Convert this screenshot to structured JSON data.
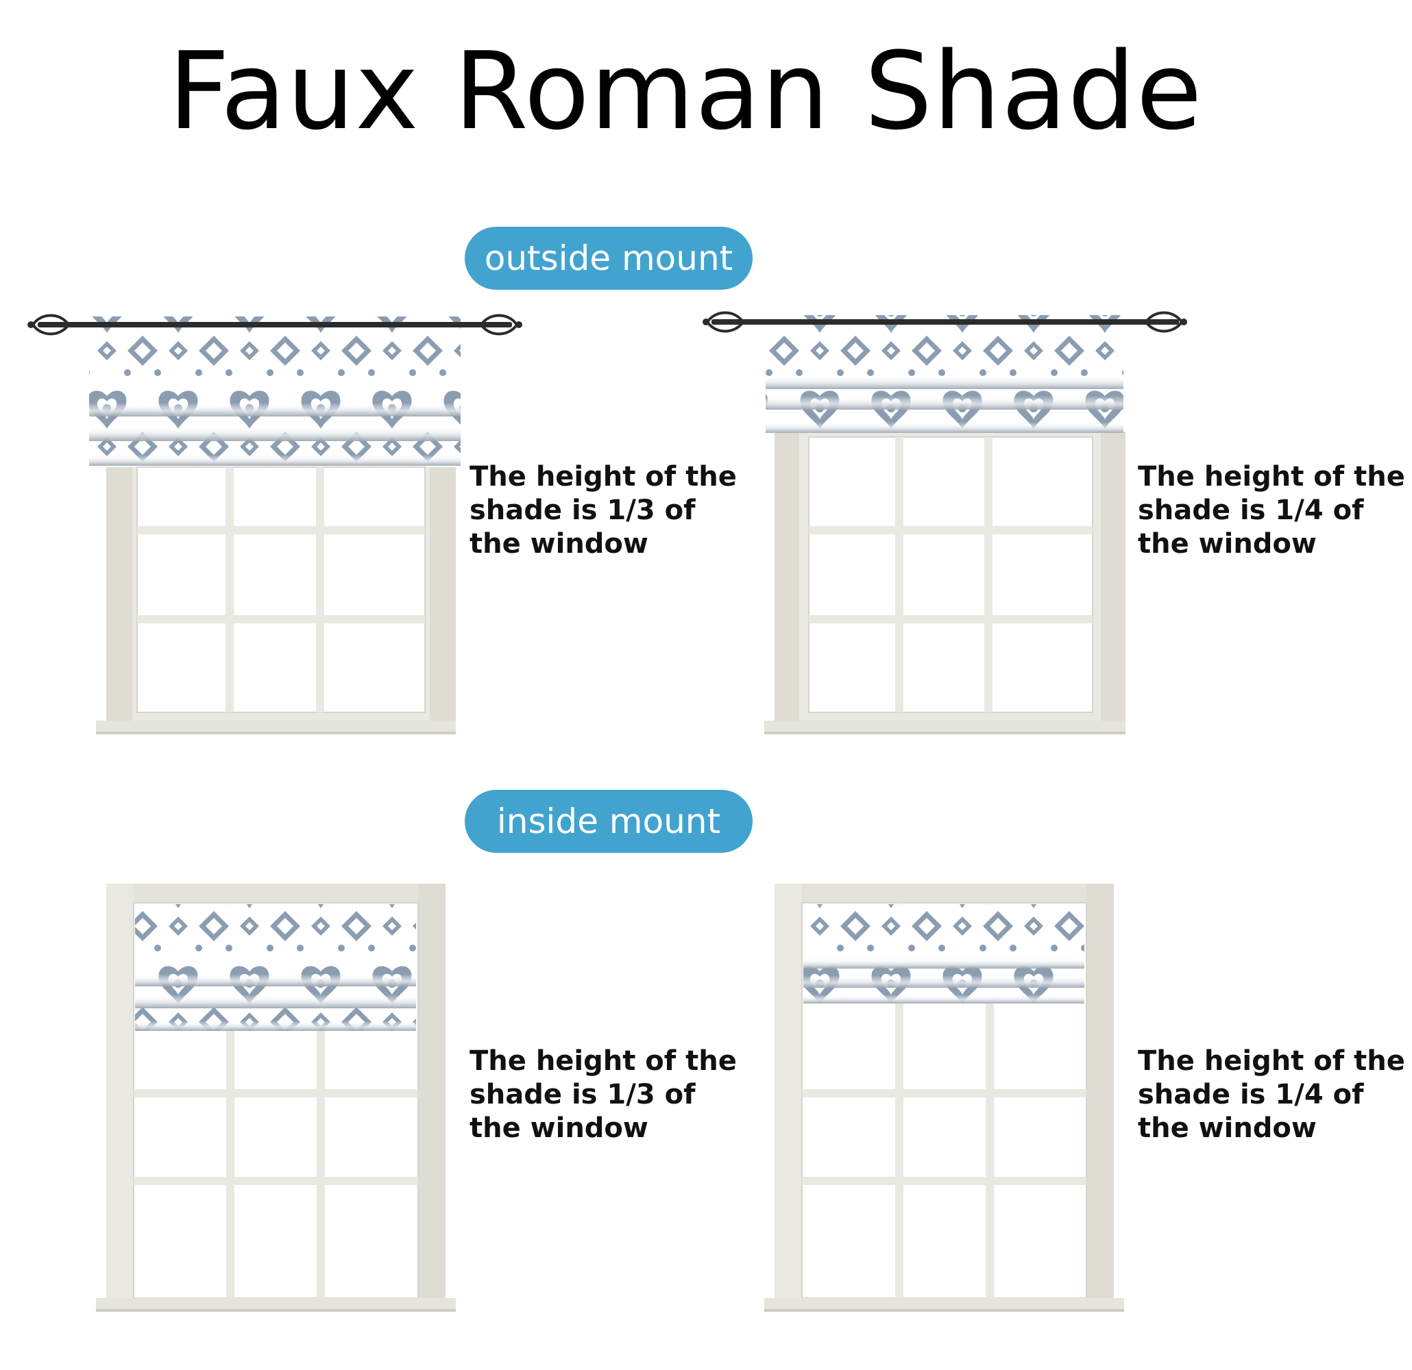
{
  "title": "Faux Roman Shade",
  "sections": {
    "outside": {
      "label": "outside mount"
    },
    "inside": {
      "label": "inside mount"
    }
  },
  "captions": {
    "outside_third": "The height of the shade is 1/3 of the window",
    "outside_quarter": "The height of the shade is 1/4 of the window",
    "inside_third": "The height of the shade is 1/3 of the window",
    "inside_quarter": "The height of the shade is 1/4 of the window"
  },
  "colors": {
    "accent": "#42a3cf",
    "frame": "#e9e8e1",
    "frame_shadow": "#cfcdc4",
    "damask": "#8b9db1",
    "rod": "#2b2b2b"
  }
}
